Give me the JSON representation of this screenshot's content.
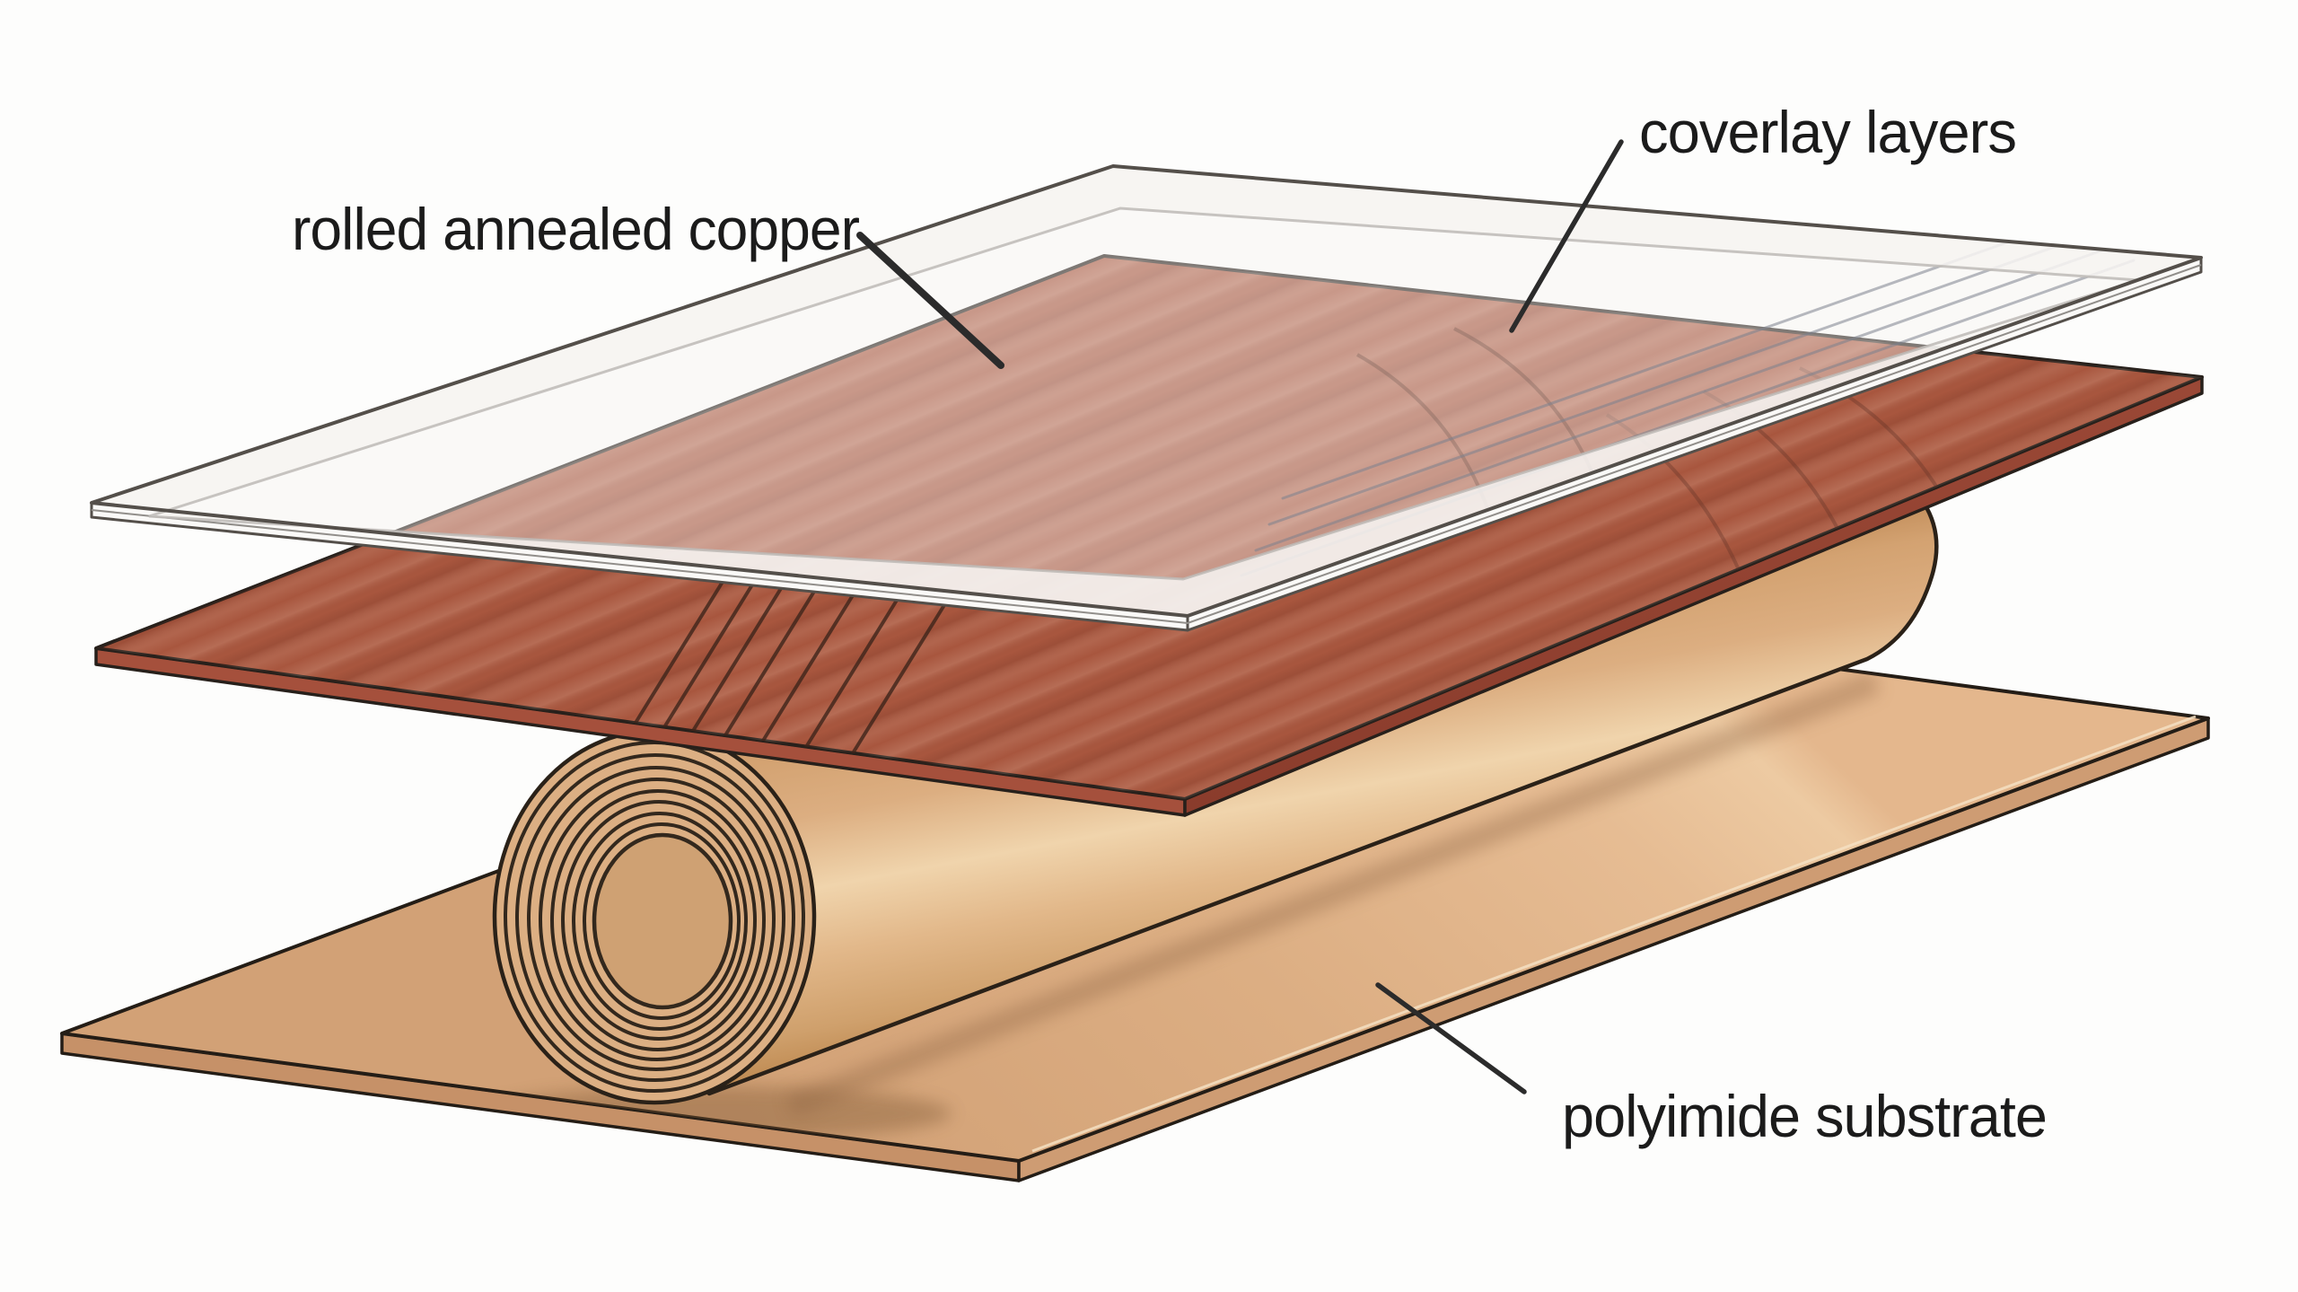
{
  "figure": {
    "background": "#FDFDFC",
    "label_color": "#1B1B1B",
    "labels": {
      "coverlay": "coverlay layers",
      "copper": "rolled annealed copper",
      "substrate": "polyimide substrate"
    },
    "colors": {
      "copper_top": "#A8563E",
      "copper_side_left": "#A5503C",
      "copper_side_right": "#8E4130",
      "coverlay_face": "#F5F3F0",
      "coverlay_frame": "#F6F4F1",
      "coverlay_side": "#FAF9F7",
      "roll_tan": "#DCAF83",
      "roll_hole": "#CFA173",
      "substrate_side_left": "#C69168",
      "substrate_side_right": "#CE9C73",
      "leader_line": "#2B2B2B"
    }
  }
}
